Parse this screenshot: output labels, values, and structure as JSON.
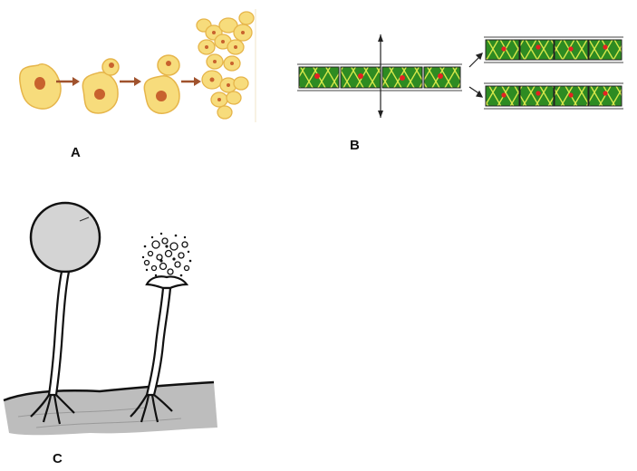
{
  "panels": {
    "a": {
      "label": "A"
    },
    "b": {
      "label": "B"
    },
    "c": {
      "label": "C"
    }
  },
  "colors": {
    "cell_fill": "#f7dc7c",
    "cell_stroke": "#e6b54a",
    "nucleus": "#c8622e",
    "arrow": "#a0522d",
    "filament_green": "#2e8b22",
    "filament_lines": "#d7e84a",
    "filament_nucleus": "#e52222",
    "sporangium": "#d4d4d4",
    "ink": "#111111",
    "substrate": "#bdbdbd"
  },
  "icons": {
    "budding": "yeast-budding-cells",
    "fragmentation": "algal-filament-fragmentation",
    "sporangia": "mold-sporangium"
  }
}
